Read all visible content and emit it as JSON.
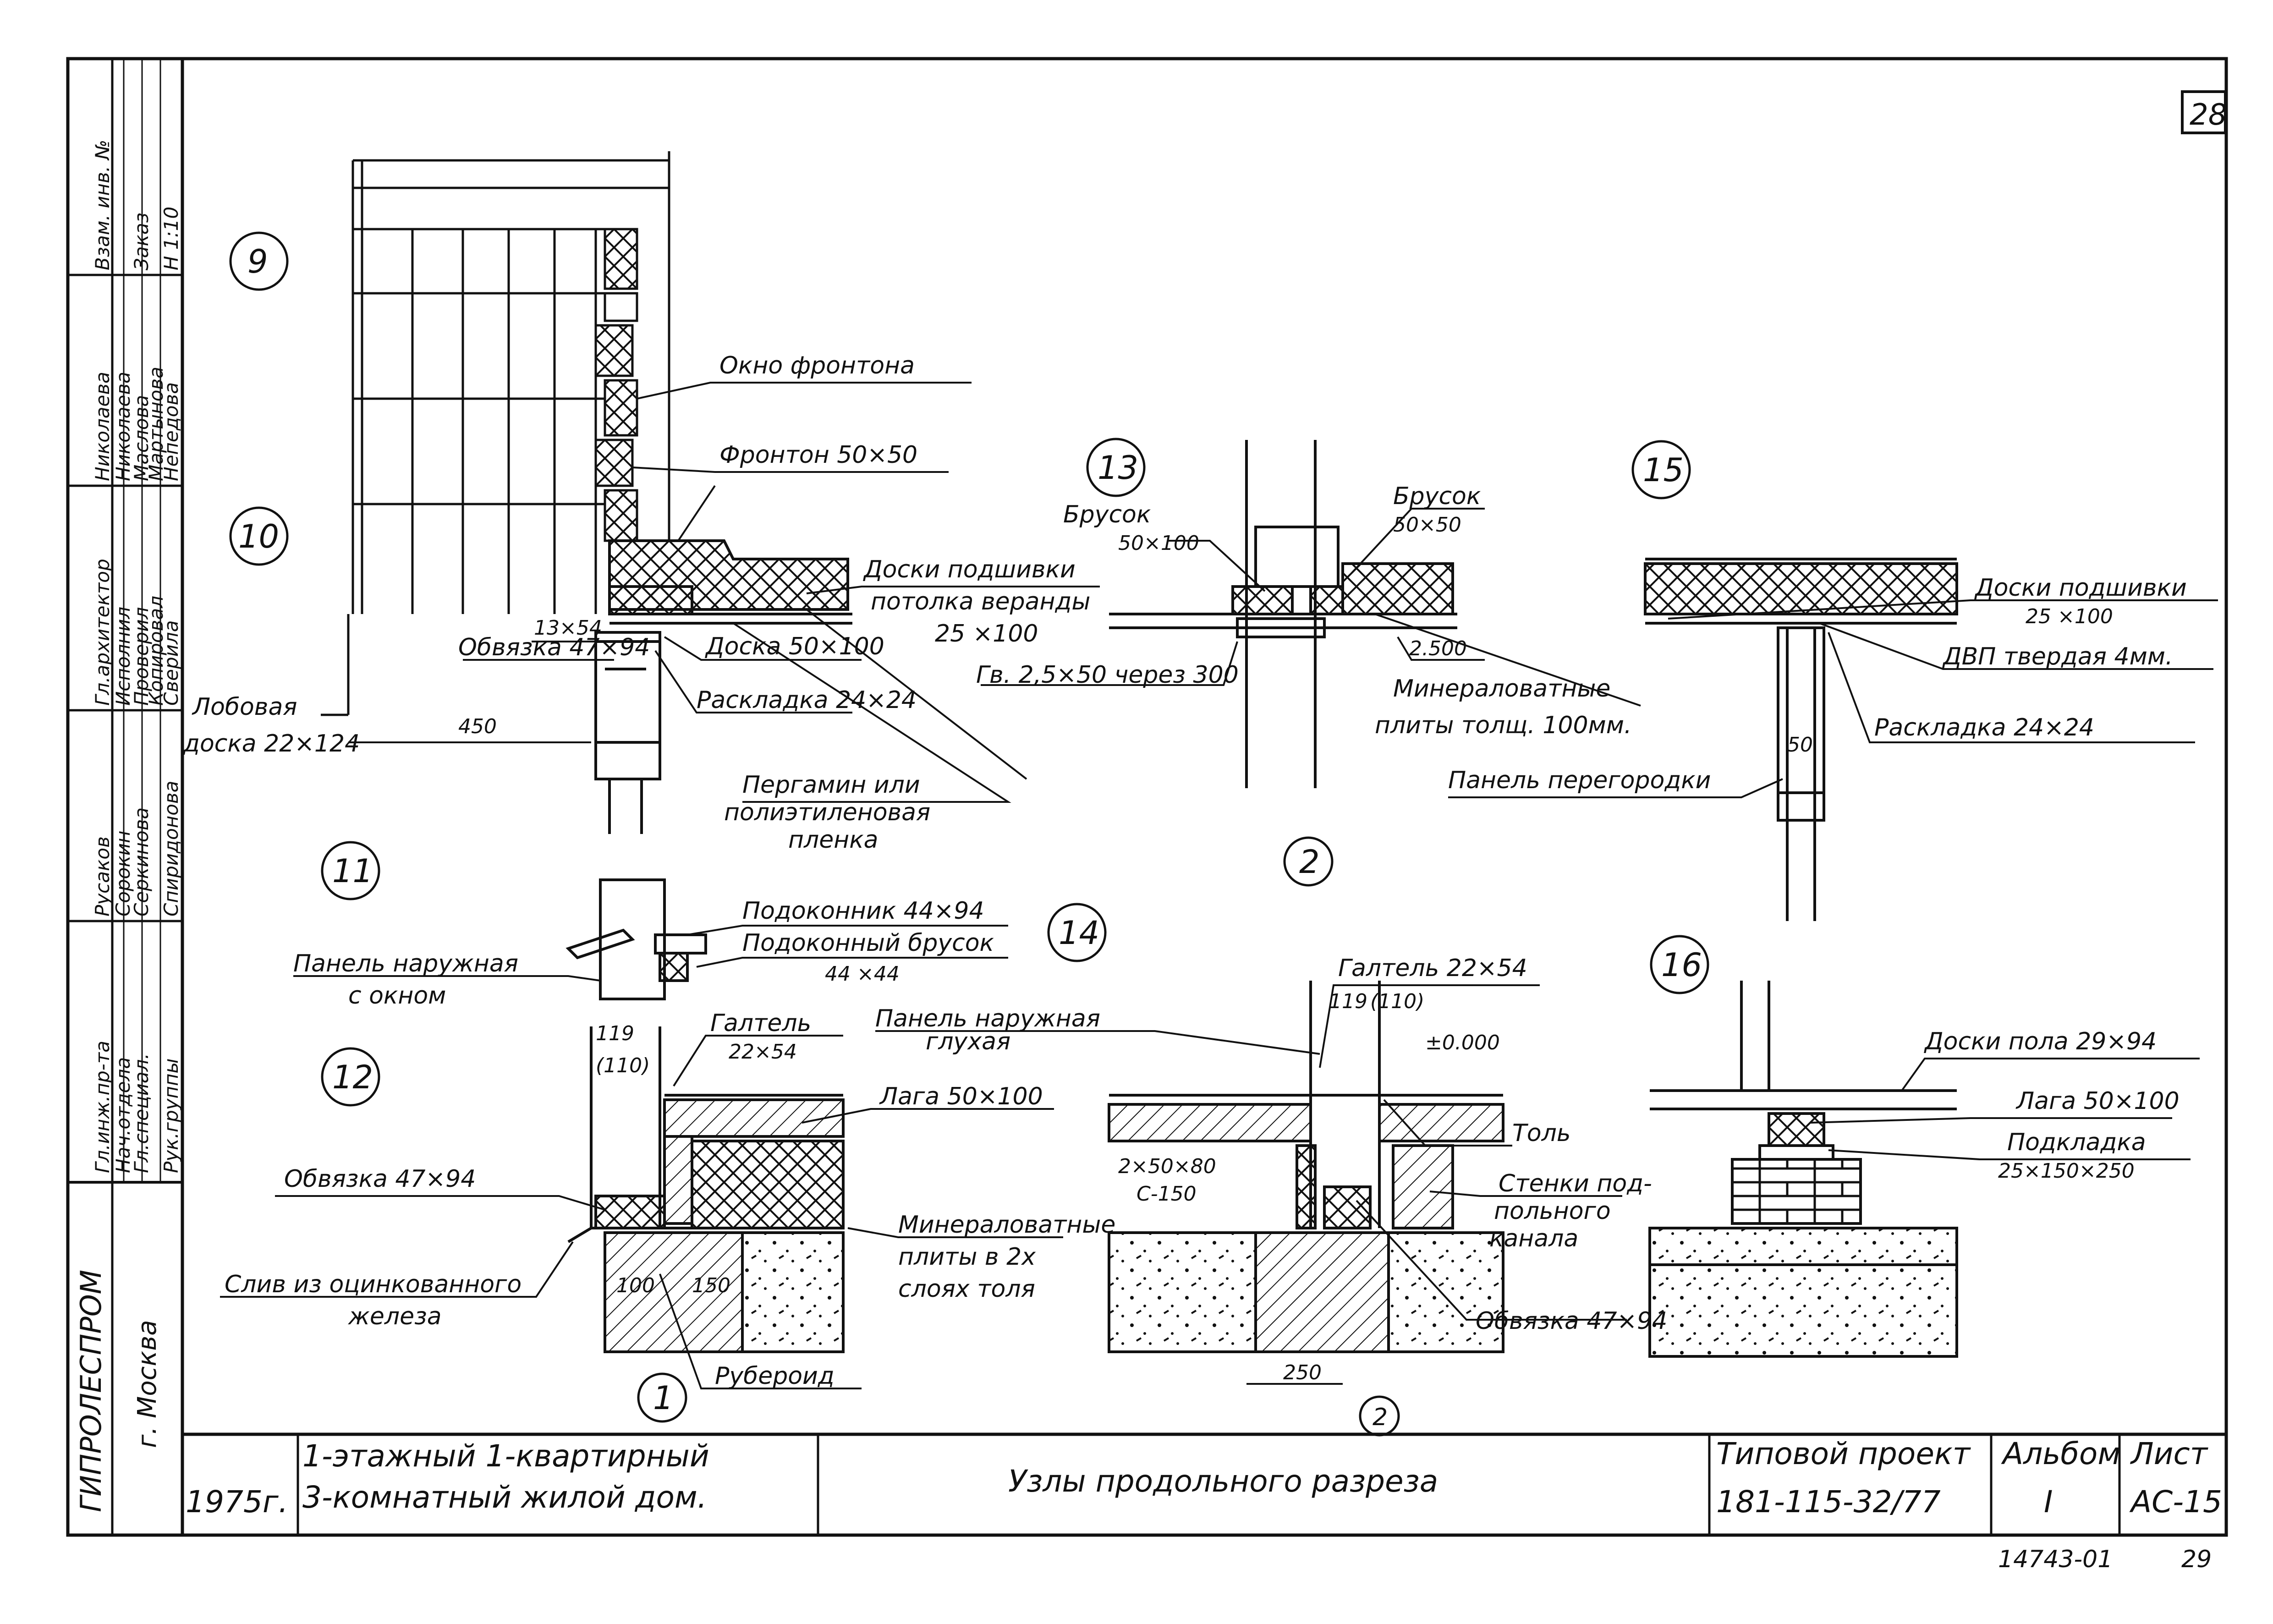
{
  "sheet_number_top": "28",
  "footer": {
    "stamp": "14743-01",
    "page": "29"
  },
  "organization": {
    "name": "ГИПРОЛЕСПРОМ",
    "city": "г. Москва"
  },
  "signatures": [
    {
      "role": "Гл.инж.пр-та",
      "name": "Русаков"
    },
    {
      "role": "Нач.отдела",
      "name": "Сорокин"
    },
    {
      "role": "Гл.специал.",
      "name": "Серкинова"
    },
    {
      "role": "Рук.группы",
      "name": "Спиридонова"
    },
    {
      "role": "Гл.архитектор",
      "name": "Николаева"
    },
    {
      "role": "Исполнил",
      "name": "Николаева"
    },
    {
      "role": "Проверил",
      "name": "Маслова"
    },
    {
      "role": "Копировал",
      "name": "Мартынова"
    },
    {
      "role": "Сверила",
      "name": "Непедова"
    }
  ],
  "side_codes": [
    "Взам. инв. №",
    "Заказ",
    "Н 1:10"
  ],
  "title_block": {
    "year": "1975г.",
    "description_line1": "1-этажный 1-квартирный",
    "description_line2": "3-комнатный жилой дом.",
    "sheet_title": "Узлы продольного разреза",
    "project_label": "Типовой проект",
    "project_number": "181-115-32/77",
    "album_label": "Альбом",
    "album_value": "I",
    "sheet_label": "Лист",
    "sheet_value": "АС-15"
  },
  "node_numbers": [
    "9",
    "10",
    "11",
    "12",
    "13",
    "14",
    "15",
    "16"
  ],
  "section_marks": [
    "1",
    "2",
    "2"
  ],
  "callouts": {
    "n9_window": "Окно фронтона",
    "n9_gable": "Фронтон 50×50",
    "n10_boards_1": "Доски подшивки",
    "n10_boards_2": "потолка веранды",
    "n10_boards_3": "25 ×100",
    "n10_plank": "Доска 50×100",
    "n10_strip": "Раскладка 24×24",
    "n10_girth": "Обвязка 47×94",
    "n10_size": "13×54",
    "n10_fascia_1": "Лобовая",
    "n10_fascia_2": "доска 22×124",
    "n10_dim": "450",
    "n10_film_1": "Пергамин или",
    "n10_film_2": "полиэтиленовая",
    "n10_film_3": "пленка",
    "n13_bar_1": "Брусок",
    "n13_bar_1_size": "50×100",
    "n13_bar_2": "Брусок",
    "n13_bar_2_size": "50×50",
    "n13_nail": "Гв. 2,5×50 через 300",
    "n13_level": "2.500",
    "n13_wool_1": "Минераловатные",
    "n13_wool_2": "плиты толщ. 100мм.",
    "n15_boards": "Доски подшивки",
    "n15_boards_size": "25 ×100",
    "n15_dvp": "ДВП твердая 4мм.",
    "n15_strip": "Раскладка 24×24",
    "n15_panel": "Панель перегородки",
    "n15_dim": "50",
    "n11_sill": "Подоконник 44×94",
    "n11_sill_bar": "Подоконный брусок",
    "n11_sill_bar_size": "44 ×44",
    "n11_panel_1": "Панель наружная",
    "n11_panel_2": "с окном",
    "n12_dim_1": "119",
    "n12_dim_2": "(110)",
    "n12_fillet": "Галтель",
    "n12_fillet_size": "22×54",
    "n12_joist": "Лага 50×100",
    "n12_girth": "Обвязка 47×94",
    "n12_wool_1": "Минераловатные",
    "n12_wool_2": "плиты в 2х",
    "n12_wool_3": "слоях толя",
    "n12_drip_1": "Слив из оцинкованного",
    "n12_drip_2": "железа",
    "n12_dim_3": "100",
    "n12_dim_4": "150",
    "n12_roofing": "Рубероид",
    "n14_panel_1": "Панель наружная",
    "n14_panel_2": "глухая",
    "n14_fillet": "Галтель 22×54",
    "n14_dim_1": "119",
    "n14_dim_2": "(110)",
    "n14_level": "±0.000",
    "n14_tol": "Толь",
    "n14_wall_1": "Стенки под-",
    "n14_wall_2": "польного",
    "n14_wall_3": "канала",
    "n14_spec_1": "2×50×80",
    "n14_spec_2": "С-150",
    "n14_girth": "Обвязка 47×94",
    "n14_dim_3": "250",
    "n16_floor": "Доски пола 29×94",
    "n16_joist": "Лага 50×100",
    "n16_pad_1": "Подкладка",
    "n16_pad_2": "25×150×250"
  }
}
